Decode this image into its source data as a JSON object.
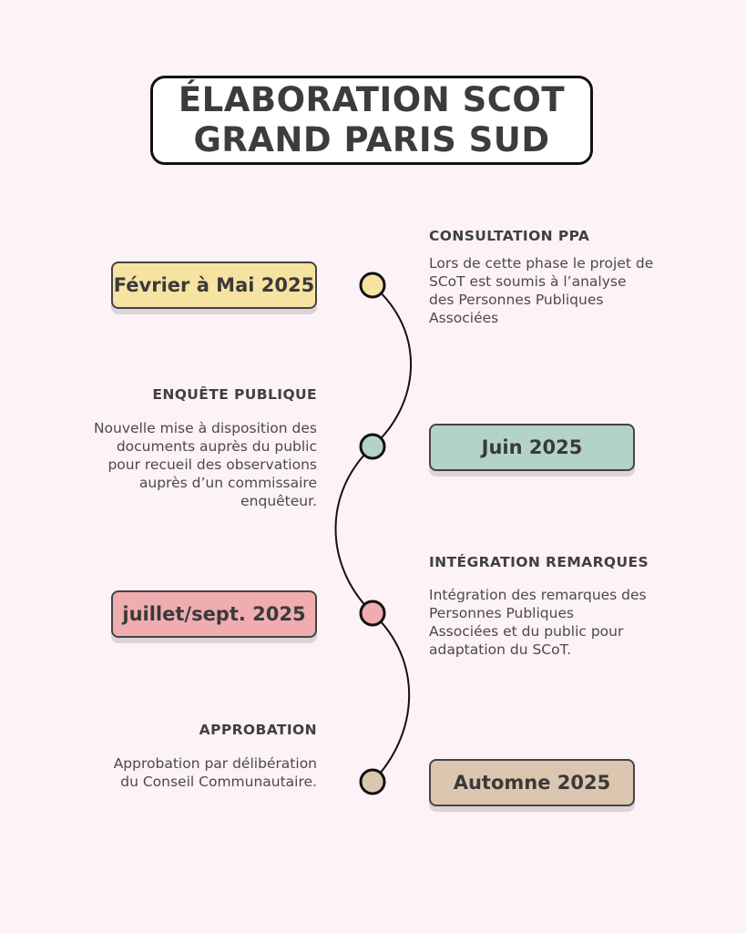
{
  "title": {
    "line1": "ÉLABORATION SCOT",
    "line2": "GRAND PARIS SUD"
  },
  "steps": [
    {
      "date": "Février à Mai 2025",
      "date_color": "#f7e3a1",
      "dot_color": "#f7e3a1",
      "heading": "CONSULTATION PPA",
      "description": [
        "Lors de cette phase le projet de",
        "SCoT est soumis à l’analyse",
        "des Personnes Publiques",
        "Associées"
      ]
    },
    {
      "date": "Juin 2025",
      "date_color": "#b3d3c6",
      "dot_color": "#b3d3c6",
      "heading": "ENQUÊTE PUBLIQUE",
      "description": [
        "Nouvelle mise à disposition des",
        "documents auprès du public",
        "pour recueil des observations",
        "auprès d’un commissaire",
        "enquêteur."
      ]
    },
    {
      "date": "juillet/sept. 2025",
      "date_color": "#efadb0",
      "dot_color": "#efadb0",
      "heading": "INTÉGRATION REMARQUES",
      "description": [
        "Intégration des remarques des",
        "Personnes Publiques",
        "Associées et du public pour",
        "adaptation du SCoT."
      ]
    },
    {
      "date": "Automne 2025",
      "date_color": "#dcc6b0",
      "dot_color": "#dcc6b0",
      "heading": "APPROBATION",
      "description": [
        "Approbation par délibération",
        "du Conseil Communautaire."
      ]
    }
  ]
}
